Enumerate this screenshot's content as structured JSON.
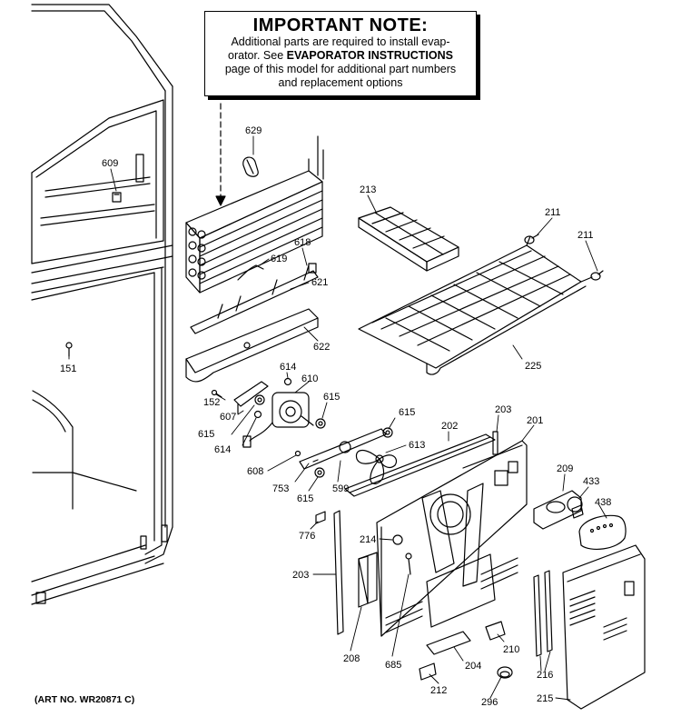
{
  "note": {
    "title": "IMPORTANT NOTE:",
    "line1": "Additional parts are required to install evap-",
    "line2_pre": "orator.  See ",
    "line2_bold": "EVAPORATOR INSTRUCTIONS",
    "line3": "page of this model for additional part numbers",
    "line4": "and replacement options"
  },
  "art_number": "(ART NO. WR20871 C)",
  "callouts": [
    {
      "id": "629",
      "text": "629"
    },
    {
      "id": "609",
      "text": "609"
    },
    {
      "id": "213",
      "text": "213"
    },
    {
      "id": "211a",
      "text": "211"
    },
    {
      "id": "211b",
      "text": "211"
    },
    {
      "id": "618",
      "text": "618"
    },
    {
      "id": "619",
      "text": "619"
    },
    {
      "id": "621",
      "text": "621"
    },
    {
      "id": "622",
      "text": "622"
    },
    {
      "id": "151",
      "text": "151"
    },
    {
      "id": "225",
      "text": "225"
    },
    {
      "id": "614a",
      "text": "614"
    },
    {
      "id": "610",
      "text": "610"
    },
    {
      "id": "615a",
      "text": "615"
    },
    {
      "id": "152",
      "text": "152"
    },
    {
      "id": "607",
      "text": "607"
    },
    {
      "id": "615b",
      "text": "615"
    },
    {
      "id": "614b",
      "text": "614"
    },
    {
      "id": "615c",
      "text": "615"
    },
    {
      "id": "613",
      "text": "613"
    },
    {
      "id": "203a",
      "text": "203"
    },
    {
      "id": "202",
      "text": "202"
    },
    {
      "id": "201",
      "text": "201"
    },
    {
      "id": "608",
      "text": "608"
    },
    {
      "id": "753",
      "text": "753"
    },
    {
      "id": "599",
      "text": "599"
    },
    {
      "id": "615d",
      "text": "615"
    },
    {
      "id": "209",
      "text": "209"
    },
    {
      "id": "433",
      "text": "433"
    },
    {
      "id": "438",
      "text": "438"
    },
    {
      "id": "776",
      "text": "776"
    },
    {
      "id": "214",
      "text": "214"
    },
    {
      "id": "203b",
      "text": "203"
    },
    {
      "id": "208",
      "text": "208"
    },
    {
      "id": "685",
      "text": "685"
    },
    {
      "id": "204",
      "text": "204"
    },
    {
      "id": "210",
      "text": "210"
    },
    {
      "id": "216",
      "text": "216"
    },
    {
      "id": "212",
      "text": "212"
    },
    {
      "id": "296",
      "text": "296"
    },
    {
      "id": "215",
      "text": "215"
    }
  ]
}
